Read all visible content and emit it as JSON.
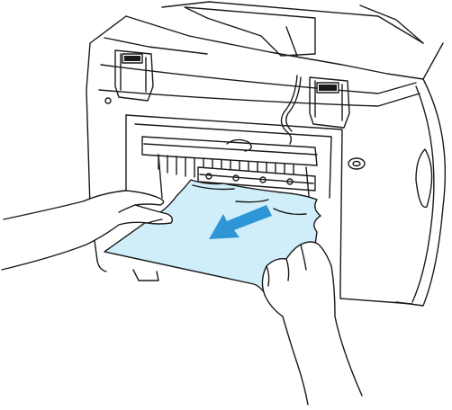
{
  "illustration": {
    "subject": "printer-paper-jam-removal",
    "colors": {
      "outline": "#1a1a1a",
      "body_fill": "#ffffff",
      "paper_fill": "#cfeefa",
      "arrow_fill": "#2e96d6",
      "background": "#ffffff"
    },
    "icons": [
      "printer-body",
      "rear-cover-latch-left",
      "rear-cover-latch-right",
      "paper-exit-rollers",
      "jammed-paper-sheet",
      "pull-direction-arrow",
      "left-hand",
      "right-hand"
    ]
  }
}
